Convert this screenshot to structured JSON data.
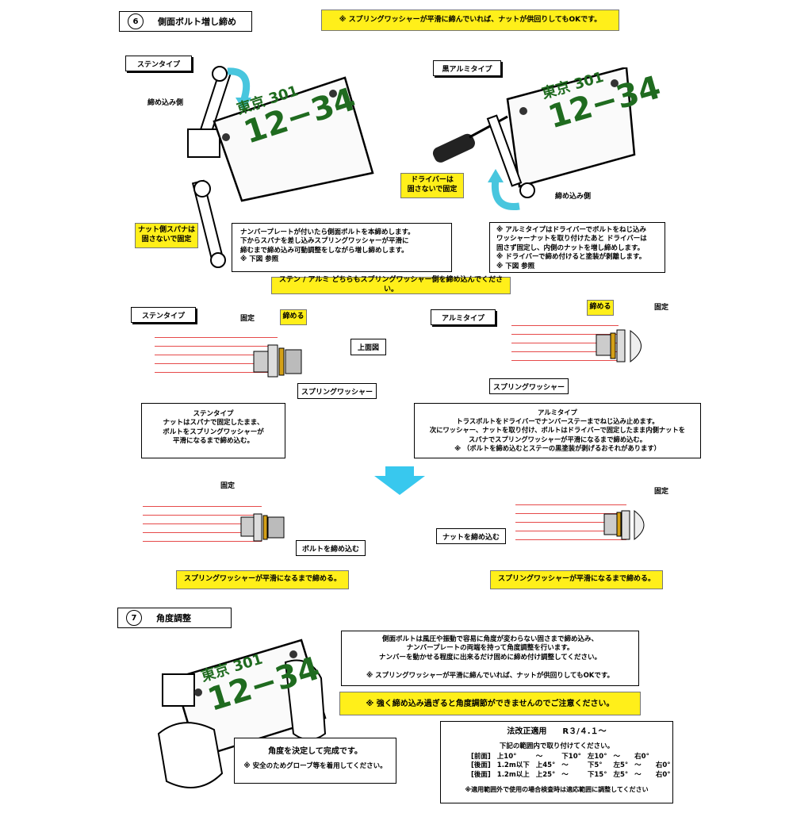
{
  "step6": {
    "num": "6",
    "title": "側面ボルト増し締め"
  },
  "top_note": "※ スプリングワッシャーが平滑に締んでいれば、ナットが供回りしてもOKです。",
  "stainless_tag": "ステンタイプ",
  "tighten_side": "締め込み側",
  "nut_side_spanner": "ナット側スパナは\n固さないで固定",
  "plate": {
    "line1": "東京 301",
    "line2": "12−34"
  },
  "stainless_desc": "ナンバープレートが付いたら側面ボルトを本締めします。\n下からスパナを差し込みスプリングワッシャーが平滑に\n締むまで締め込み可動調整をしながら増し締めします。\n※ 下図 参照",
  "black_alu_tag": "黒アルミタイプ",
  "driver_note": "ドライバーは\n固さないで固定",
  "tighten_side2": "締め込み側",
  "alu_desc": "※ アルミタイプはドライバーでボルトをねじ込み\nワッシャーナットを取り付けたあと ドライバーは\n固さず固定し、内側のナットを増し締めします。\n※ ドライバーで締め付けると塗装が剥離します。\n※ 下図 参照",
  "both_note": "ステン / アルミ どちらもスプリングワッシャー側を締め込んでください。",
  "diag": {
    "stainless_tag": "ステンタイプ",
    "alu_tag": "アルミタイプ",
    "fixed": "固定",
    "tighten": "締める",
    "top_view": "上面図",
    "spring_washer": "スプリングワッシャー",
    "stainless_box": "ステンタイプ\nナットはスパナで固定したまま、\nボルトをスプリングワッシャーが\n平滑になるまで締め込む。",
    "alu_box": "アルミタイプ\nトラスボルトをドライバーでナンバーステーまでねじ込み止めます。\n次にワッシャー、ナットを取り付け、ボルトはドライバーで固定したまま内側ナットを\nスパナでスプリングワッシャーが平滑になるまで締め込む。\n※ （ボルトを締め込むとステーの黒塗装が剥げるおそれがあります）",
    "fixed2": "固定",
    "fixed3": "固定",
    "tighten_bolt": "ボルトを締め込む",
    "tighten_nut": "ナットを締め込む",
    "result_left": "スプリングワッシャーが平滑になるまで締める。",
    "result_right": "スプリングワッシャーが平滑になるまで締める。"
  },
  "step7": {
    "num": "7",
    "title": "角度調整"
  },
  "angle_desc": "側面ボルトは風圧や振動で容易に角度が変わらない固さまで締め込み、\nナンバープレートの両端を持って角度調整を行います。\nナンバーを動かせる程度に出来るだけ固めに締め付け調整してください。\n\n※ スプリングワッシャーが平滑に締んでいれば、ナットが供回りしてもOKです。",
  "caution": "※ 強く締め込み過ぎると角度調節ができませんのでご注意ください。",
  "complete": {
    "line1": "角度を決定して完成です。",
    "line2": "※ 安全のためグローブ等を着用してください。"
  },
  "law": {
    "title": "法改正適用　　R３/４.１～",
    "sub": "下記の範囲内で取り付けてください。",
    "rows": [
      [
        "[前面]",
        "上10°",
        "～",
        "下10°",
        "左10°",
        "～",
        "右0°"
      ],
      [
        "[後面]",
        "1.2m以下",
        "上45°",
        "～",
        "下5°",
        "左5°",
        "～",
        "右0°"
      ],
      [
        "[後面]",
        "1.2m以上",
        "上25°",
        "～",
        "下15°",
        "左5°",
        "～",
        "右0°"
      ]
    ],
    "foot": "※適用範囲外で使用の場合検査時は適応範囲に調整してください"
  }
}
